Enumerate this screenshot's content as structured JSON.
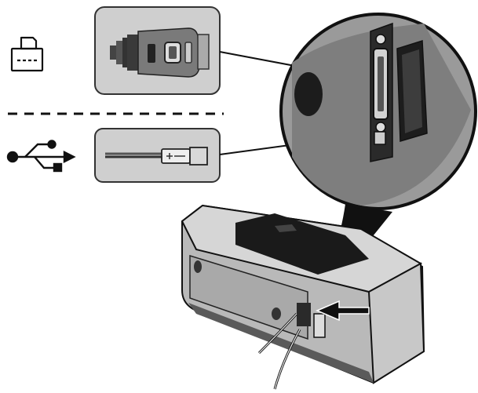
{
  "diagram": {
    "connections": [
      {
        "id": "parallel",
        "symbol": "printer-parallel-icon",
        "connector": "parallel-connector"
      },
      {
        "id": "usb",
        "symbol": "usb-icon",
        "connector": "usb-connector"
      }
    ],
    "colors": {
      "ink": "#111111",
      "panel_fill": "#cfcfcf",
      "panel_stroke": "#333333",
      "printer_body": "#b9b9b9",
      "printer_dark": "#1a1a1a",
      "zoom_fill": "#9a9a9a"
    }
  }
}
